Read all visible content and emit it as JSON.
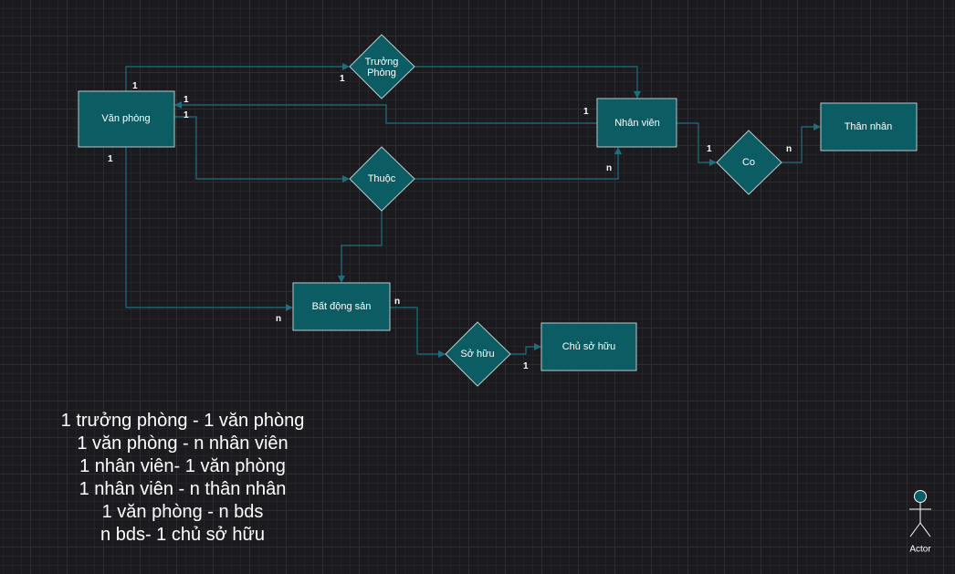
{
  "entities": {
    "van_phong": "Văn phòng",
    "nhan_vien": "Nhân viên",
    "than_nhan": "Thân nhân",
    "bat_dong_san": "Bất động sản",
    "chu_so_huu": "Chủ sở hữu"
  },
  "relationships": {
    "truong_phong_line1": "Trưởng",
    "truong_phong_line2": "Phòng",
    "thuoc": "Thuộc",
    "co": "Co",
    "so_huu": "Sở hữu"
  },
  "cardinalities": {
    "vp_top": "1",
    "truong_phong_left": "1",
    "vp_right_upper": "1",
    "vp_right_lower": "1",
    "nv_left": "1",
    "vp_bottom": "1",
    "nv_bottom": "n",
    "nv_to_co": "1",
    "co_to_tn": "n",
    "bds_left": "n",
    "bds_right": "n",
    "chu_so_huu_left": "1"
  },
  "notes": [
    "1 trưởng phòng - 1 văn phòng",
    "1 văn phòng - n nhân viên",
    "1 nhân viên- 1 văn phòng",
    "1 nhân viên - n thân nhân",
    "1 văn phòng - n bds",
    "n bds- 1 chủ sở hữu"
  ],
  "actor": {
    "label": "Actor"
  },
  "colors": {
    "shape_fill": "#0b5c63",
    "shape_stroke": "#b9c9cb",
    "edge": "#1d6f7e",
    "background": "#1b1b1f",
    "text": "#ffffff"
  }
}
